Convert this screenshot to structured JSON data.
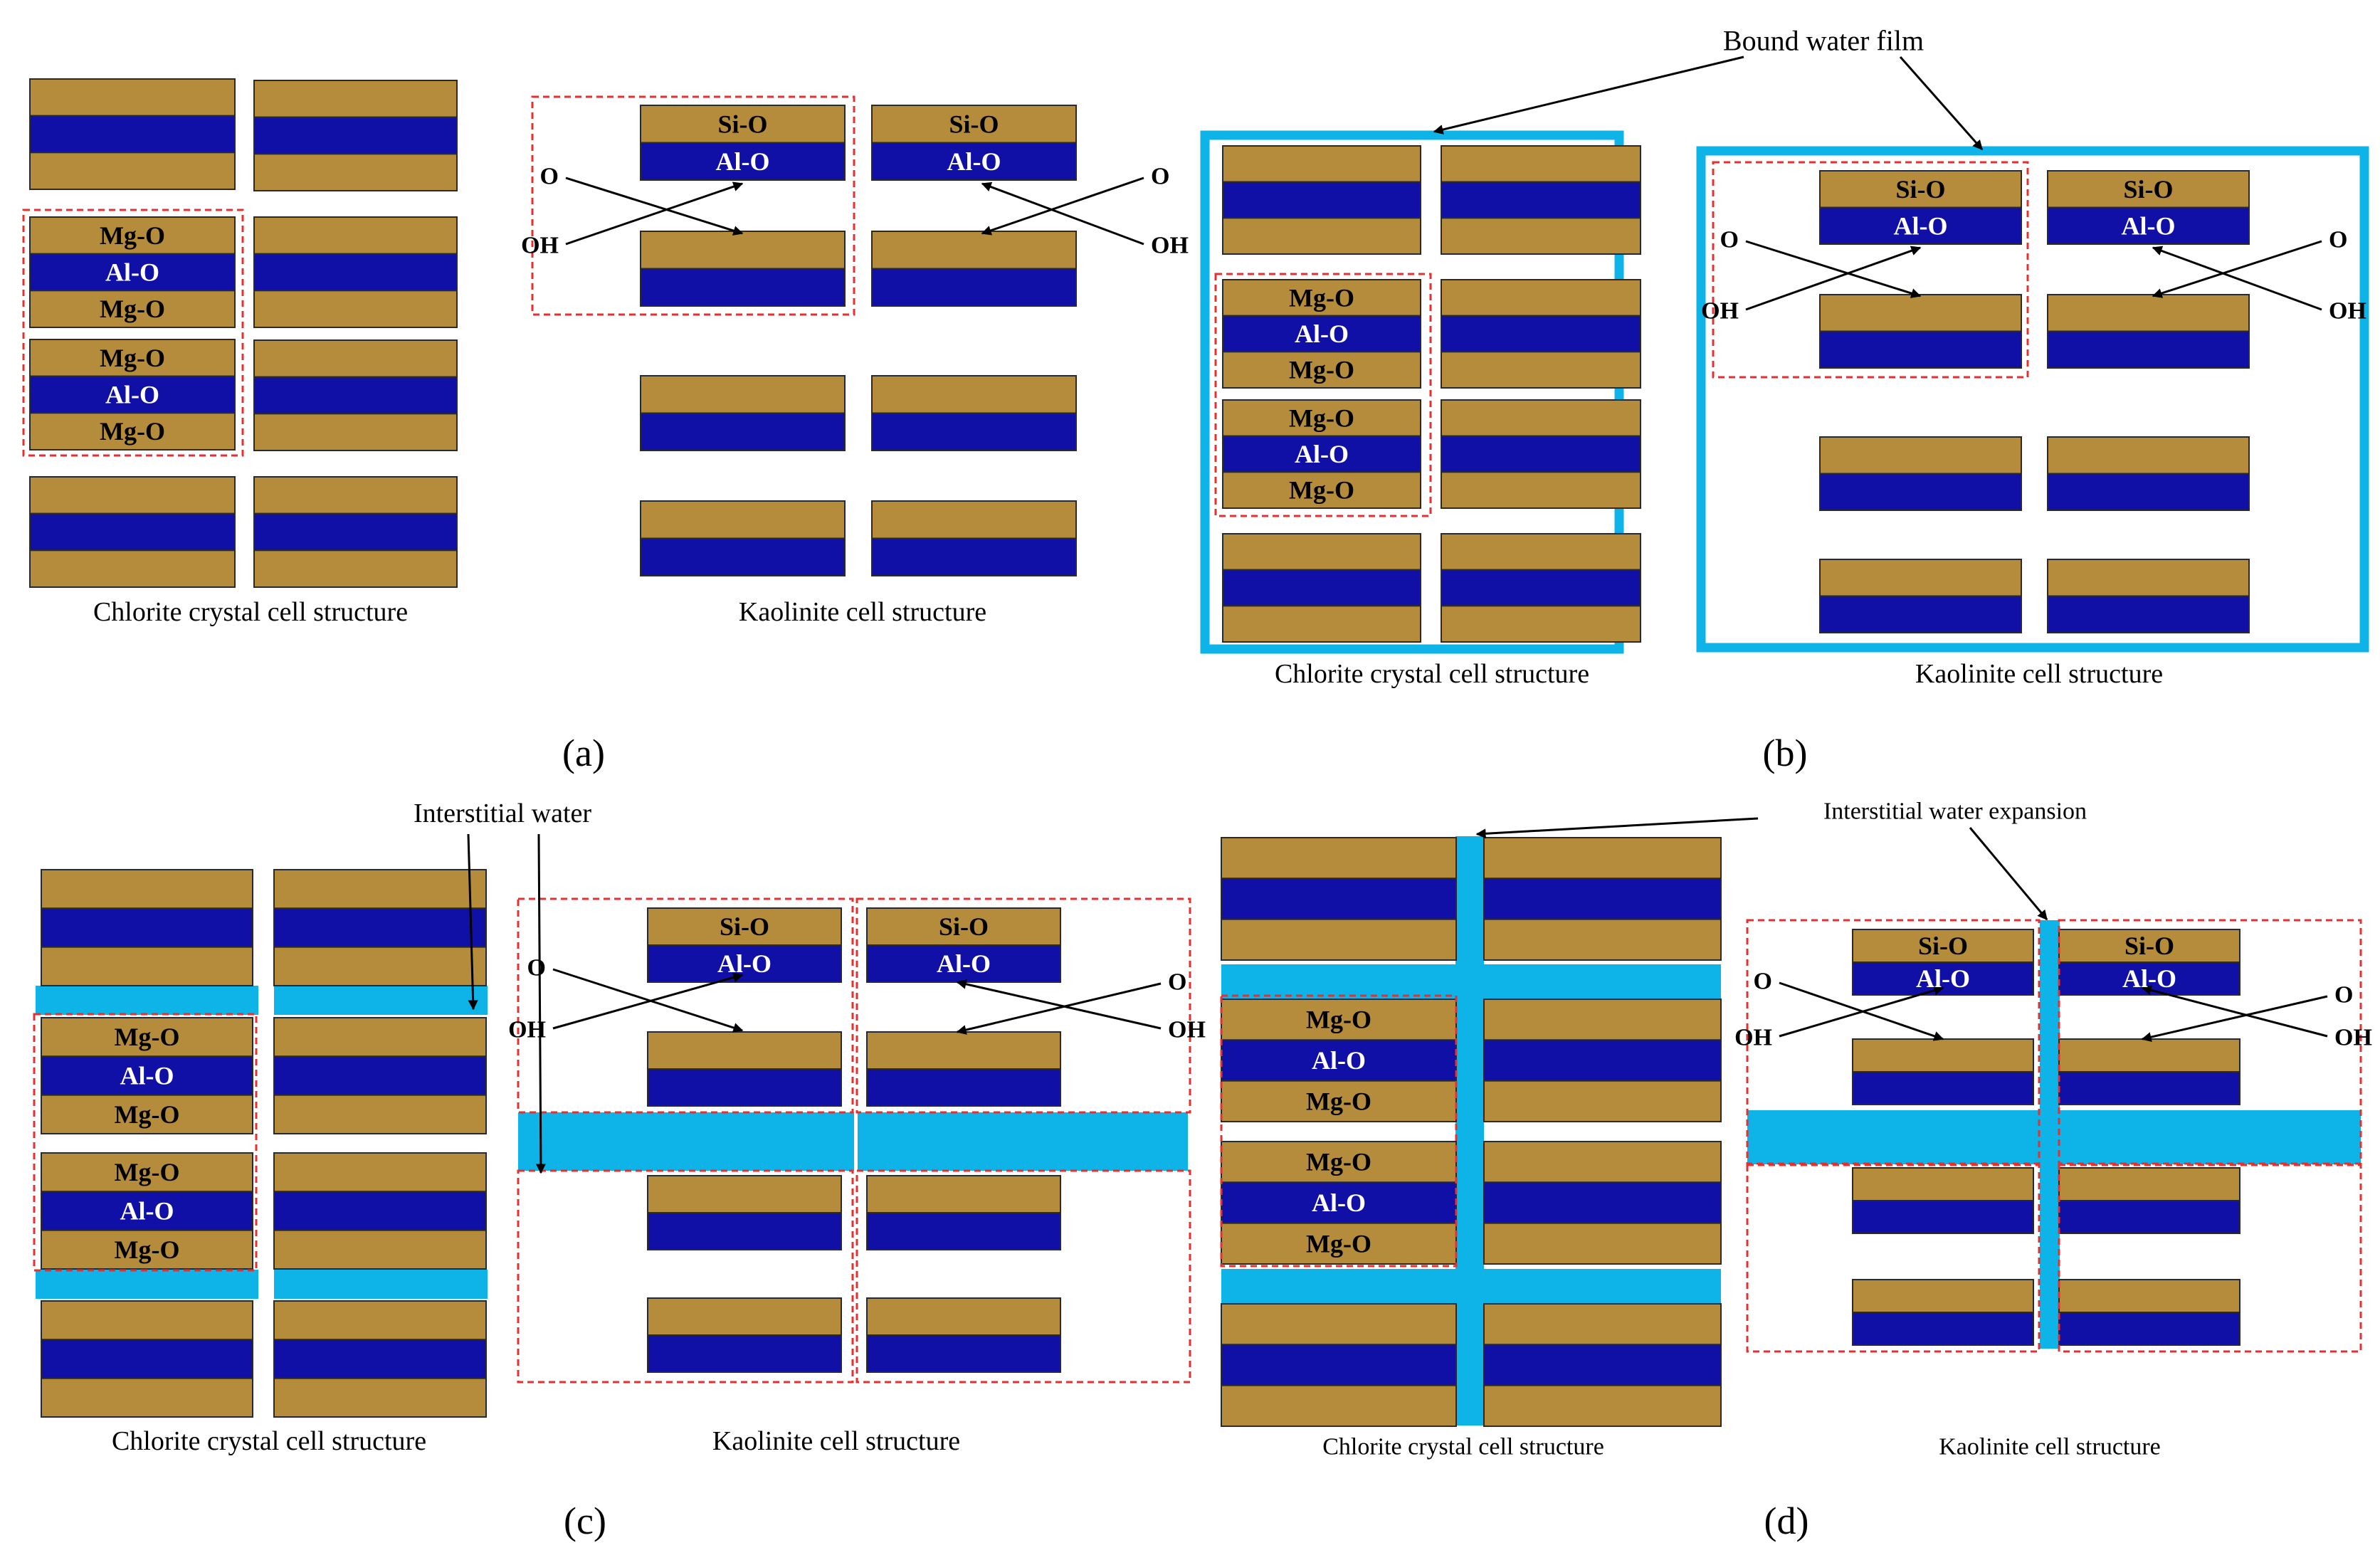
{
  "colors": {
    "oxide_layer": "#B48C3C",
    "alumina_layer": "#1010A6",
    "water": "#0EB4E8",
    "selection": "#E53030",
    "arrow": "#000000"
  },
  "layer_labels": {
    "si_o": "Si-O",
    "al_o": "Al-O",
    "mg_o": "Mg-O"
  },
  "ions": {
    "oxygen": "O",
    "hydroxyl": "OH"
  },
  "panels": {
    "a": {
      "caption": "(a)",
      "chlorite_caption": "Chlorite crystal cell structure",
      "kaolinite_caption": "Kaolinite cell structure"
    },
    "b": {
      "caption": "(b)",
      "annotation": "Bound water film",
      "chlorite_caption": "Chlorite crystal cell structure",
      "kaolinite_caption": "Kaolinite cell structure"
    },
    "c": {
      "caption": "(c)",
      "annotation": "Interstitial water",
      "chlorite_caption": "Chlorite crystal cell structure",
      "kaolinite_caption": "Kaolinite cell structure"
    },
    "d": {
      "caption": "(d)",
      "annotation": "Interstitial water expansion",
      "chlorite_caption": "Chlorite crystal cell structure",
      "kaolinite_caption": "Kaolinite cell structure"
    }
  }
}
